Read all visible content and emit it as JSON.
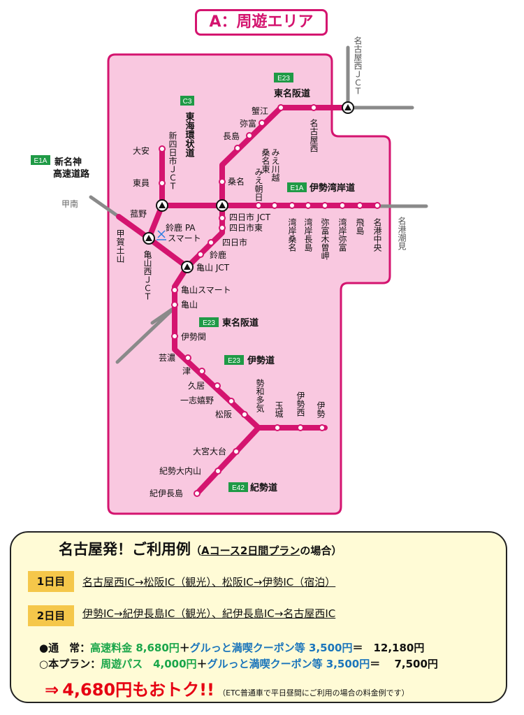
{
  "title": "A：周遊エリア",
  "colors": {
    "route": "#d4146f",
    "area": "#f9c8e0",
    "gray": "#8a8a8a",
    "sign": "#1f9a46"
  },
  "badges": {
    "e23_top": "E23",
    "c3": "C3",
    "e1a_left": "E1A",
    "e1a_right": "E1A",
    "e23_mid": "E23",
    "e23_ise": "E23",
    "e42": "E42"
  },
  "map_labels": {
    "nagoya_nishi_jct_v": "名古屋西ＪＣＴ",
    "higashi_meihan_top": "東名阪道",
    "tokai_kanjo": "東海環状道",
    "shin_meishin": "新名神高速道路",
    "konan": "甲南",
    "isewangan": "伊勢湾岸道",
    "nagoyako_shiomi": "名港潮見",
    "kanie": "蟹江",
    "yatomi": "弥富",
    "nagashima": "長島",
    "kuwana_higashi": "桑名東",
    "kuwana": "桑名",
    "mie_asahi": "みえ朝日",
    "mie_kawagoe": "みえ川越",
    "nagoya_nishi": "名古屋西",
    "shin_yokkaichi_jct": "新四日市ＪＣＴ",
    "oyasu": "大安",
    "toin": "東員",
    "komono": "菰野",
    "kosei_tsuchiyama": "甲賀土山",
    "kameyama_nishi_jct": "亀山西ＪＣＴ",
    "yokkaichi_jct": "四日市 JCT",
    "yokkaichi_higashi": "四日市東",
    "yokkaichi": "四日市",
    "suzuka_pa": "鈴鹿 PA",
    "smart": "スマート",
    "suzuka": "鈴鹿",
    "kameyama_jct": "亀山 JCT",
    "kameyama_smart": "亀山スマート",
    "kameyama": "亀山",
    "higashi_meihan_mid": "東名阪道",
    "iseseki": "伊勢関",
    "geino": "芸濃",
    "tsu": "津",
    "hisai": "久居",
    "ichishi_ureshino": "一志嬉野",
    "matsusaka": "松阪",
    "ise_do": "伊勢道",
    "seiwa_taki": "勢和多気",
    "tamaki": "玉城",
    "ise_nishi": "伊勢西",
    "ise": "伊勢",
    "omiya_odai": "大宮大台",
    "kisei_ouchiyama": "紀勢大内山",
    "kii_nagashima": "紀伊長島",
    "kisei_do": "紀勢道",
    "wangan_kuwana": "湾岸桑名",
    "wangan_nagashima": "湾岸長島",
    "yatomi_kisozaki": "弥富木曽岬",
    "wangan_yatomi": "湾岸弥富",
    "tobishima": "飛島",
    "meiko_chuo": "名港中央"
  },
  "panel": {
    "heading": "名古屋発！ご利用例",
    "heading_sub_open": "（",
    "heading_sub_course": "Aコース2日間プラン",
    "heading_sub_close": "の場合）",
    "day1_label": "1日目",
    "day1_text": "名古屋西IC→松阪IC（観光）、松阪IC→伊勢IC（宿泊）",
    "day2_label": "2日目",
    "day2_text": "伊勢IC→紀伊長島IC（観光）、紀伊長島IC→名古屋西IC",
    "normal_label": "●通　常：",
    "normal_toll": "高速料金 8,680円",
    "plus": "＋",
    "coupon": "グルっと満喫クーポン等 3,500円",
    "normal_total": "＝　12,180円",
    "plan_label": "○本プラン：",
    "plan_pass": "周遊パス　4,000円",
    "plan_total": "＝　 7,500円",
    "savings_arrow": "⇒",
    "savings": "4,680円もおトク!!",
    "savings_note": "（ETC普通車で平日昼間にご利用の場合の料金例です）"
  }
}
